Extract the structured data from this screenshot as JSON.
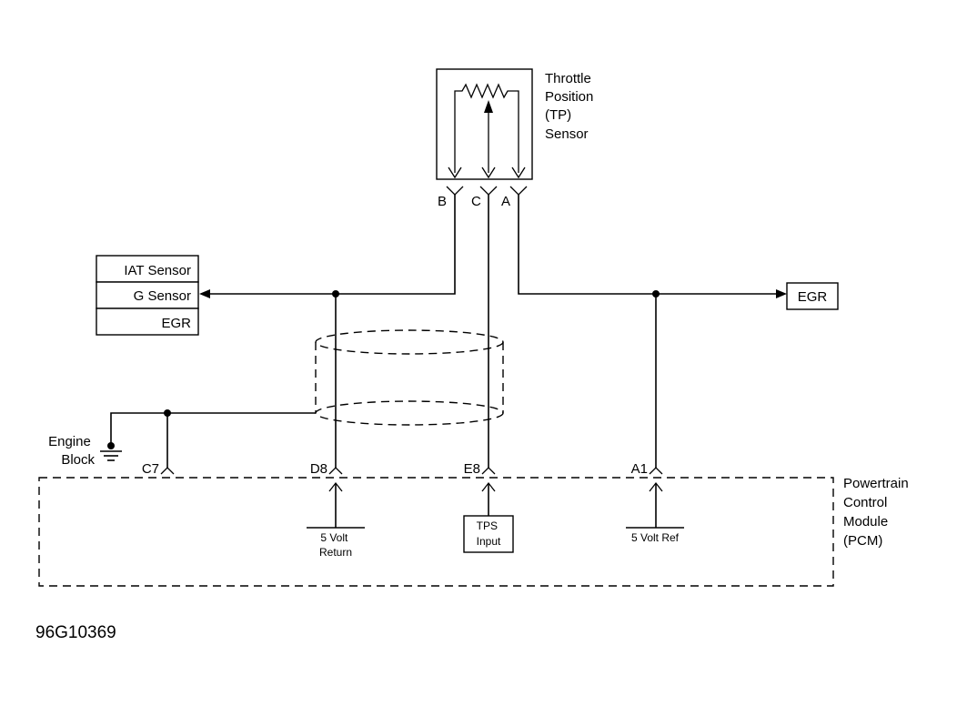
{
  "sensor": {
    "title_lines": [
      "Throttle",
      "Position",
      "(TP)",
      "Sensor"
    ],
    "pins": {
      "b": "B",
      "c": "C",
      "a": "A"
    }
  },
  "left_box": {
    "rows": [
      "IAT Sensor",
      "G Sensor",
      "EGR"
    ]
  },
  "right_box": {
    "label": "EGR"
  },
  "ground": {
    "label_lines": [
      "Engine",
      "Block"
    ]
  },
  "pcm": {
    "title_lines": [
      "Powertrain",
      "Control",
      "Module",
      "(PCM)"
    ],
    "terminals": {
      "c7": "C7",
      "d8": "D8",
      "e8": "E8",
      "a1": "A1"
    },
    "d8_label_lines": [
      "5 Volt",
      "Return"
    ],
    "e8_label_lines": [
      "TPS",
      "Input"
    ],
    "a1_label": "5 Volt Ref"
  },
  "figure_id": "96G10369"
}
